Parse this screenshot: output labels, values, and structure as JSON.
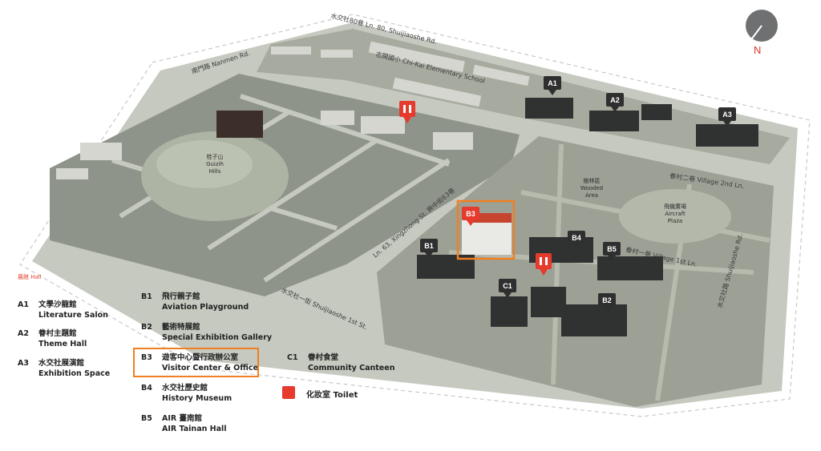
{
  "compass": {
    "label": "N",
    "color": "#d8352a"
  },
  "colors": {
    "accent_red": "#e53a2c",
    "highlight_orange": "#f07f22",
    "pin_dark": "#2f2f2f"
  },
  "roads": {
    "lane80": "水交社80巷 Ln. 80, Shuijiaoshe Rd.",
    "nanmen": "南門路 Nanmen Rd.",
    "school": "志開國小 Chi-Kai Elementary School",
    "xingzhong": "Ln. 63, Xingzhong St. 興中街63巷",
    "first_st": "水交社一街 Shuijiaoshe 1st St.",
    "shuijiaoshe_rd": "水交社路 Shuijiaoshe Rd.",
    "village_2nd": "眷村二巷 Village 2nd Ln.",
    "village_1st": "眷村一巷 Village 1st Ln."
  },
  "areas": {
    "hill_zh": "桂子山",
    "hill_en1": "Guizih",
    "hill_en2": "Hills",
    "wooded_zh": "樹林區",
    "wooded_en1": "Wooded",
    "wooded_en2": "Area",
    "aircraft_zh": "飛機廣場",
    "aircraft_en1": "Aircraft",
    "aircraft_en2": "Plaza"
  },
  "pins": [
    "A1",
    "A2",
    "A3",
    "B1",
    "B2",
    "B3",
    "B4",
    "B5",
    "C1"
  ],
  "legend": {
    "hall_key": "展館 Hall",
    "items": [
      {
        "code": "A1",
        "zh": "文學沙龍館",
        "en": "Literature Salon"
      },
      {
        "code": "A2",
        "zh": "眷村主題館",
        "en": "Theme Hall"
      },
      {
        "code": "A3",
        "zh": "水交社展演館",
        "en": "Exhibition Space"
      },
      {
        "code": "B1",
        "zh": "飛行親子館",
        "en": "Aviation Playground"
      },
      {
        "code": "B2",
        "zh": "藝術特展館",
        "en": "Special Exhibition Gallery"
      },
      {
        "code": "B3",
        "zh": "遊客中心暨行政辦公室",
        "en": "Visitor Center & Office"
      },
      {
        "code": "B4",
        "zh": "水交社歷史館",
        "en": "History Museum"
      },
      {
        "code": "B5",
        "zh": "AIR 臺南館",
        "en": "AIR Tainan Hall"
      },
      {
        "code": "C1",
        "zh": "眷村食堂",
        "en": "Community Canteen"
      }
    ],
    "toilet": "化妝室 Toilet"
  }
}
